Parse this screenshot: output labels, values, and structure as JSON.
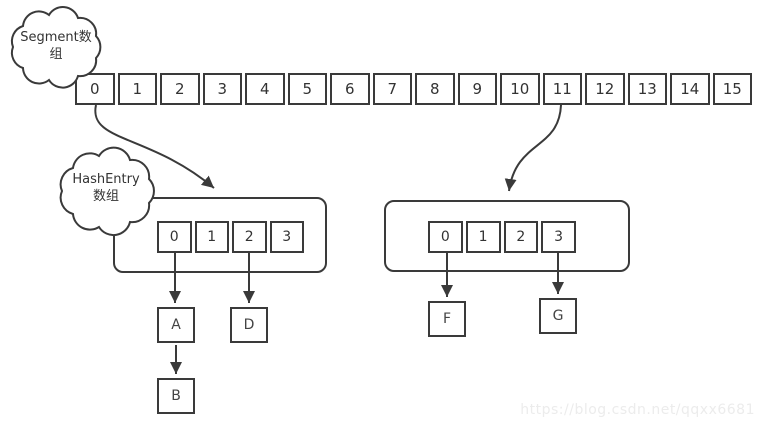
{
  "segment_cloud": {
    "line1": "Segment数",
    "line2": "组"
  },
  "hashentry_cloud": {
    "line1": "HashEntry",
    "line2": "数组"
  },
  "segment_array": {
    "cells": [
      "0",
      "1",
      "2",
      "3",
      "4",
      "5",
      "6",
      "7",
      "8",
      "9",
      "10",
      "11",
      "12",
      "13",
      "14",
      "15"
    ]
  },
  "left_bucket": {
    "cells": [
      "0",
      "1",
      "2",
      "3"
    ]
  },
  "right_bucket": {
    "cells": [
      "0",
      "1",
      "2",
      "3"
    ]
  },
  "nodes": {
    "a": "A",
    "b": "B",
    "d": "D",
    "f": "F",
    "g": "G"
  },
  "watermark": "https://blog.csdn.net/qqxx6681",
  "colors": {
    "stroke": "#3a3a3a",
    "background": "#ffffff",
    "watermark": "#ececec"
  }
}
